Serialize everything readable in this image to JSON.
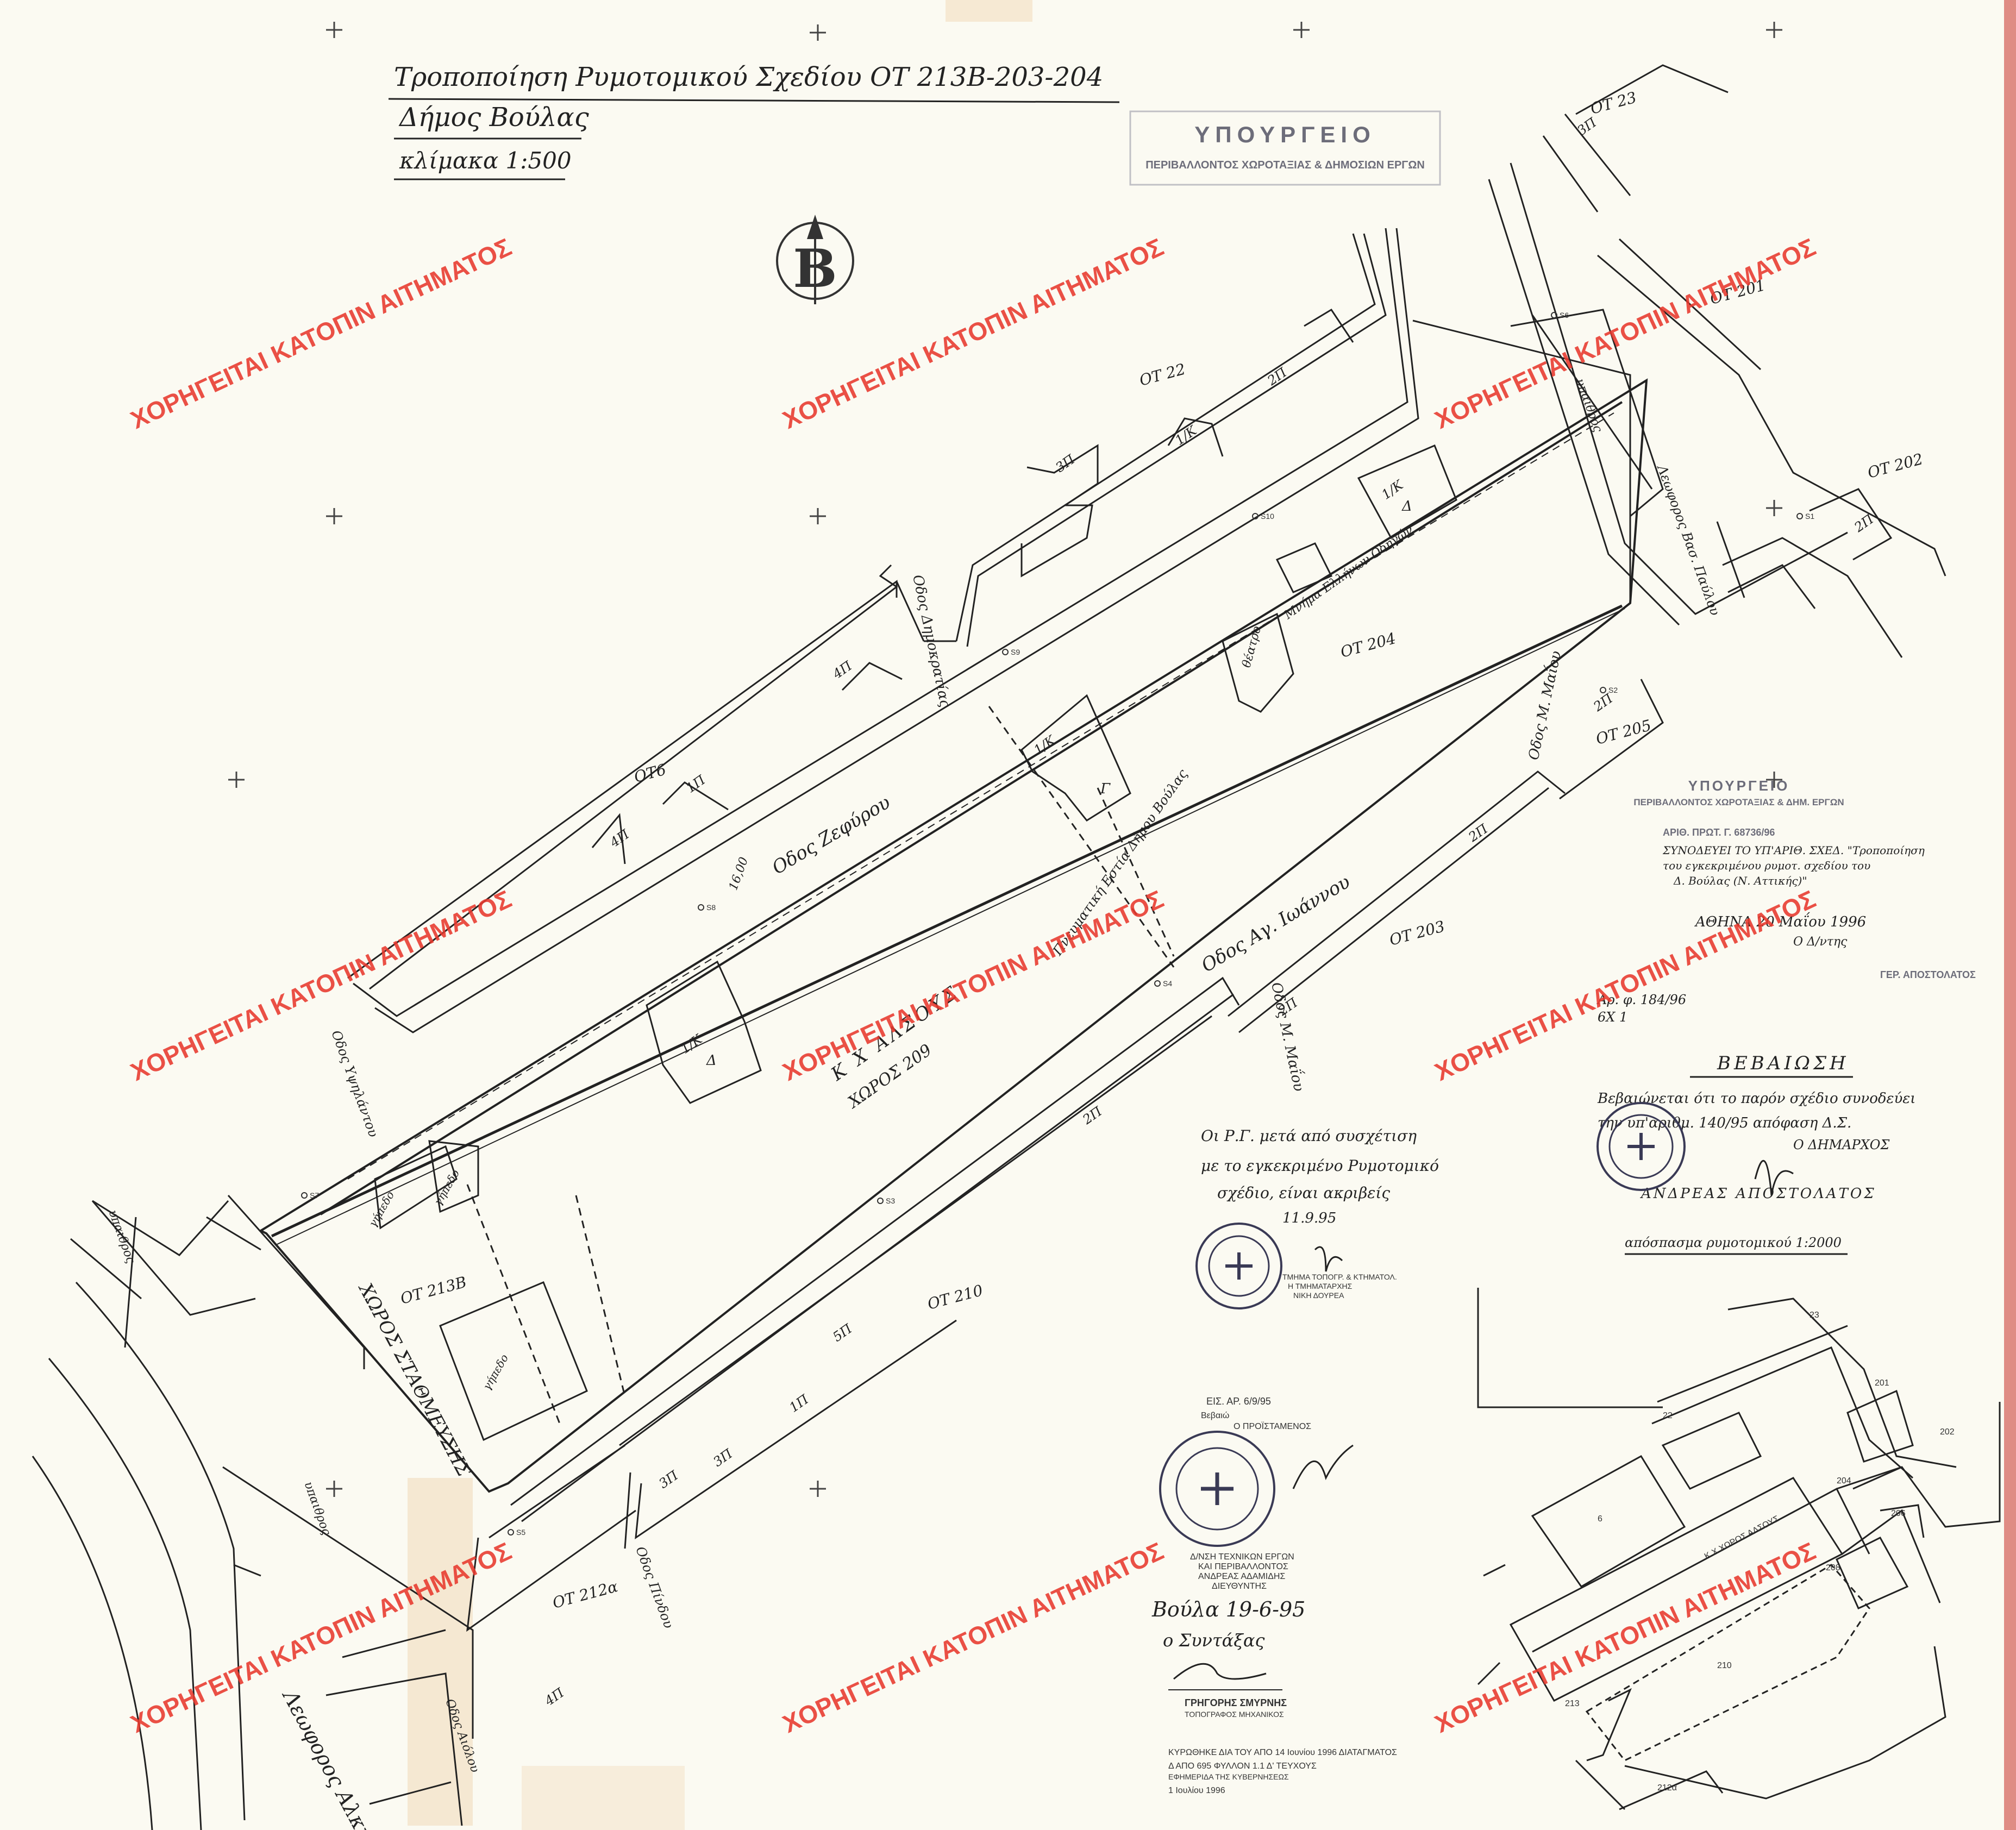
{
  "title": {
    "line1": "Τροποποίηση Ρυμοτομικού Σχεδίου ΟΤ 213Β-203-204",
    "line2": "Δήμος Βούλας",
    "line3": "κλίμακα 1:500"
  },
  "north_arrow": {
    "letter": "Β",
    "icon": "north-arrow-icon"
  },
  "watermark": "ΧΟΡΗΓΕΙΤΑΙ ΚΑΤΟΠΙΝ ΑΙΤΗΜΑΤΟΣ",
  "stamp_top": {
    "line1": "ΥΠΟΥΡΓΕΙΟ",
    "line2": "ΠΕΡΙΒΑΛΛΟΝΤΟΣ ΧΩΡΟΤΑΞΙΑΣ & ΔΗΜΟΣΙΩΝ ΕΡΓΩΝ"
  },
  "stamp_right": {
    "line1": "ΥΠΟΥΡΓΕΙΟ",
    "line2": "ΠΕΡΙΒΑΛΛΟΝΤΟΣ ΧΩΡΟΤΑΞΙΑΣ & ΔΗΜ. ΕΡΓΩΝ",
    "line3": "ΑΡΙΘ. ΠΡΩΤ. Γ. 68736/96",
    "line4": "ΣΥΝΟΔΕΥΕΙ ΤΟ ΥΠ'ΑΡΙΘ. ΣΧΕΔ. \"Τροποποίηση",
    "line5": "του εγκεκριμένου ρυμοτ. σχεδίου του",
    "line6": "Δ. Βούλας (Ν. Αττικής)\"",
    "line7": "ΑΘΗΝΑ 20 Μαΐου 1996",
    "line8": "Ο Δ/ντης",
    "line9": "ΓΕΡ. ΑΠΟΣΤΟΛΑΤΟΣ"
  },
  "street_labels": {
    "zefyrou": "Οδος Ζεφύρου",
    "ag_ioannou": "Οδος Αγ. Ιωάννου",
    "dimokratias": "Οδος Δημοκρατίας",
    "maiou": "Οδος Μ. Μαΐου",
    "vas_pavlou": "Λεωφορος Βασ. Παύλου",
    "alkyonidon": "Λεωφορος Αλκυονιδων",
    "ypsilantou": "Οδος Υψηλάντου",
    "d_aiolou": "Οδος Αιόλου",
    "pindou": "Οδος Πίνδου",
    "pezodromos": "υπαιθρος"
  },
  "blocks": {
    "ot6": "ΟΤ6",
    "ot22": "ΟΤ 22",
    "ot23": "ΟΤ 23",
    "ot201": "ΟΤ 201",
    "ot202": "ΟΤ 202",
    "ot204": "ΟΤ 204",
    "ot205": "ΟΤ 205",
    "ot203": "ΟΤ 203",
    "ot210": "ΟΤ 210",
    "ot212a": "ΟΤ 212α",
    "ot213v": "ΟΤ 213Β"
  },
  "floors": {
    "f2": "2Π",
    "f3": "3Π",
    "f4": "4Π",
    "f1": "1Π",
    "f1k": "1/Κ",
    "f5": "5Π"
  },
  "labels": {
    "kx_alsous": "Κ Χ ΑΛΣΟΥΣ",
    "xoros_209": "ΧΩΡΟΣ 209",
    "pnevm": "Πνευματική Εστία Δήμου Βούλας",
    "theatro": "θέατρο",
    "mnima": "Μνήμα Ελλήνων Οδηγών",
    "xoros_stathm": "ΧΩΡΟΣ ΣΤΑΘΜΕΥΣΗΣ",
    "gipedo": "γήπεδο",
    "width": "16,00",
    "gamma": "Γ",
    "delta": "Δ"
  },
  "certification": {
    "prot": "Αρ. φ. 184/96",
    "sub": "6Χ 1",
    "heading": "ΒΕΒΑΙΩΣΗ",
    "text1": "Βεβαιώνεται ότι το παρόν σχέδιο συνοδεύει",
    "text2": "την υπ'αριθμ. 140/95 απόφαση Δ.Σ.",
    "mayor": "Ο ΔΗΜΑΡΧΟΣ",
    "name": "ΑΝΔΡΕΑΣ ΑΠΟΣΤΟΛΑΤΟΣ",
    "apospasma": "απόσπασμα ρυμοτομικού 1:2000"
  },
  "note": {
    "line1": "Οι Ρ.Γ. μετά από συσχέτιση",
    "line2": "με το εγκεκριμένο Ρυμοτομικό",
    "line3": "σχέδιο, είναι ακριβείς",
    "date": "11.9.95"
  },
  "stamp_signer1": {
    "line1": "ΤΜΗΜΑ ΤΟΠΟΓΡ. & ΚΤΗΜΑΤΟΛ.",
    "line2": "Η ΤΜΗΜΑΤΑΡΧΗΣ",
    "line3": "ΝΙΚΗ ΔΟΥΡΕΑ"
  },
  "stamp_signer2": {
    "line1": "Δ/ΝΣΗ ΤΕΧΝΙΚΩΝ ΕΡΓΩΝ",
    "line2": "ΚΑΙ ΠΕΡΙΒΑΛΛΟΝΤΟΣ",
    "line3": "ΑΝΔΡΕΑΣ ΑΔΑΜΙΔΗΣ",
    "line4": "ΔΙΕΥΘΥΝΤΗΣ"
  },
  "eis_stamp": {
    "line1": "ΕΙΣ. ΑΡ. 6/9/95",
    "line2": "Βεβαιώ",
    "line3": "Ο ΠΡΟΪΣΤΑΜΕΝΟΣ"
  },
  "composer": {
    "place_date": "Βούλα 19-6-95",
    "role": "ο Συντάξας",
    "name": "ΓΡΗΓΟΡΗΣ ΣΜΥΡΝΗΣ",
    "title": "ΤΟΠΟΓΡΑΦΟΣ ΜΗΧΑΝΙΚΟΣ"
  },
  "decree": {
    "line1": "ΚΥΡΩΘΗΚΕ ΔΙΑ ΤΟΥ ΑΠΟ 14 Ιουνίου 1996 ΔΙΑΤΑΓΜΑΤΟΣ",
    "line2": "Δ ΑΠΟ 695 ΦΥΛΛΟΝ 1.1 Δ' ΤΕΥΧΟΥΣ",
    "line3": "ΕΦΗΜΕΡΙΔΑ ΤΗΣ ΚΥΒΕΡΝΗΣΕΩΣ",
    "line4": "1 Ιουλίου 1996"
  },
  "inset": {
    "n23": "23",
    "n201": "201",
    "n22": "22",
    "n6": "6",
    "n204": "204",
    "n202": "202",
    "n206": "206",
    "n208": "208",
    "n210": "210",
    "n212a": "212α",
    "n213": "213",
    "kx": "Κ Χ ΧΩΡΟΣ ΑΛΣΟΥΣ"
  },
  "points": [
    "S1",
    "S2",
    "S3",
    "S4",
    "S5",
    "S6",
    "S7",
    "S8",
    "S9",
    "S10"
  ]
}
